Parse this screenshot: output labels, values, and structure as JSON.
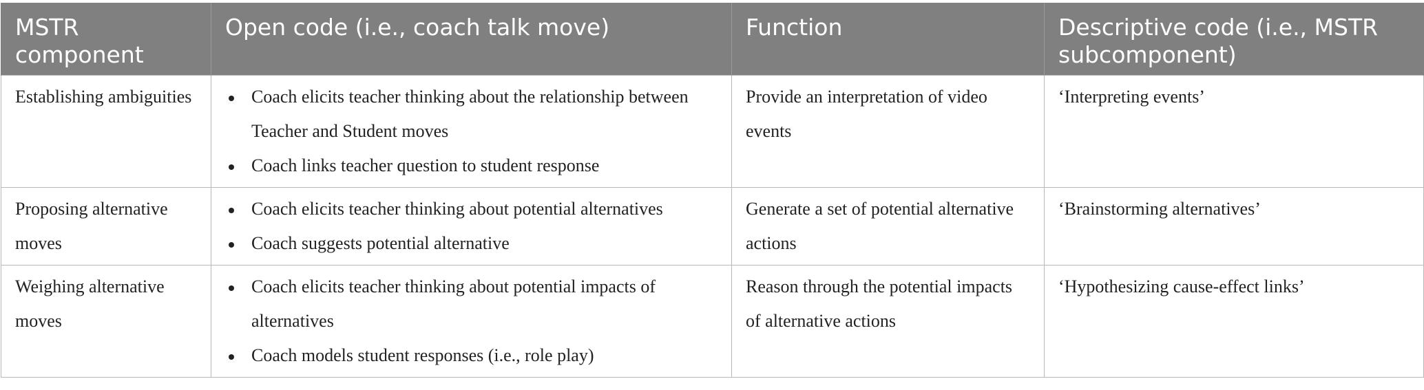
{
  "table": {
    "headers": [
      "MSTR component",
      "Open code (i.e., coach talk move)",
      "Function",
      "Descriptive code (i.e., MSTR subcomponent)"
    ],
    "rows": [
      {
        "component": "Establishing ambiguities",
        "open_codes": [
          "Coach elicits teacher thinking about the relationship between Teacher and Student moves",
          "Coach links teacher question to student response"
        ],
        "function": "Provide an interpretation of video events",
        "descriptive_code": "‘Interpreting events’"
      },
      {
        "component": "Proposing alternative moves",
        "open_codes": [
          "Coach elicits teacher thinking about potential alternatives",
          "Coach suggests potential alternative"
        ],
        "function": "Generate a set of potential alternative actions",
        "descriptive_code": "‘Brainstorming alternatives’"
      },
      {
        "component": "Weighing alternative moves",
        "open_codes": [
          "Coach elicits teacher thinking about potential impacts of alternatives",
          "Coach models student responses (i.e., role play)"
        ],
        "function": "Reason through the potential impacts of alternative actions",
        "descriptive_code": "‘Hypothesizing cause-effect links’"
      }
    ]
  }
}
